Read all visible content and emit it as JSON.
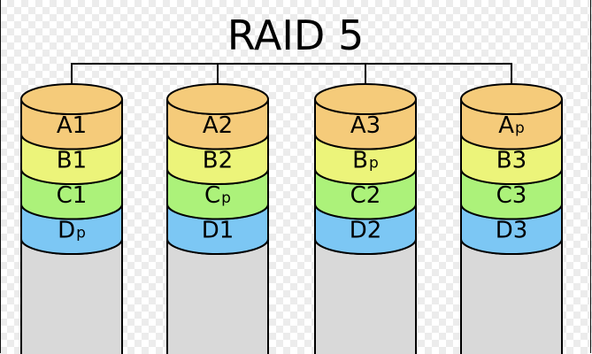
{
  "title": "RAID 5",
  "colors": {
    "A": "#f5cb7a",
    "B": "#ecf47a",
    "C": "#acf27a",
    "D": "#7cc7f4",
    "empty": "#d9d9d9",
    "stroke": "#000000"
  },
  "disks": [
    {
      "blocks": [
        {
          "row": "A",
          "label": "A",
          "num": "1",
          "sub": ""
        },
        {
          "row": "B",
          "label": "B",
          "num": "1",
          "sub": ""
        },
        {
          "row": "C",
          "label": "C",
          "num": "1",
          "sub": ""
        },
        {
          "row": "D",
          "label": "D",
          "num": "",
          "sub": "p"
        }
      ]
    },
    {
      "blocks": [
        {
          "row": "A",
          "label": "A",
          "num": "2",
          "sub": ""
        },
        {
          "row": "B",
          "label": "B",
          "num": "2",
          "sub": ""
        },
        {
          "row": "C",
          "label": "C",
          "num": "",
          "sub": "p"
        },
        {
          "row": "D",
          "label": "D",
          "num": "1",
          "sub": ""
        }
      ]
    },
    {
      "blocks": [
        {
          "row": "A",
          "label": "A",
          "num": "3",
          "sub": ""
        },
        {
          "row": "B",
          "label": "B",
          "num": "",
          "sub": "p"
        },
        {
          "row": "C",
          "label": "C",
          "num": "2",
          "sub": ""
        },
        {
          "row": "D",
          "label": "D",
          "num": "2",
          "sub": ""
        }
      ]
    },
    {
      "blocks": [
        {
          "row": "A",
          "label": "A",
          "num": "",
          "sub": "p"
        },
        {
          "row": "B",
          "label": "B",
          "num": "3",
          "sub": ""
        },
        {
          "row": "C",
          "label": "C",
          "num": "3",
          "sub": ""
        },
        {
          "row": "D",
          "label": "D",
          "num": "3",
          "sub": ""
        }
      ]
    }
  ]
}
